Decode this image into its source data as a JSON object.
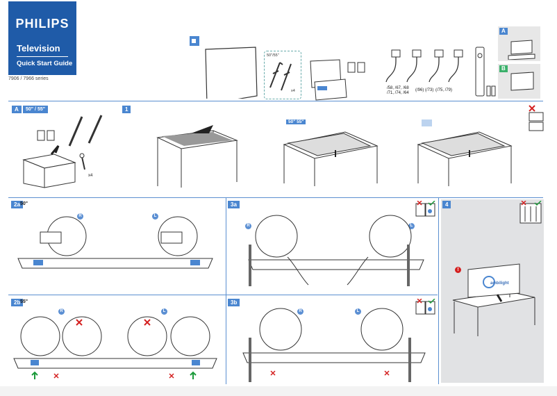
{
  "brand": {
    "logo": "PHILIPS",
    "product": "Television",
    "guide": "Quick Start Guide",
    "series": "7906 / 7966 series"
  },
  "header": {
    "stand_sizes": "50\"/55\"",
    "screws_count": "x4",
    "cable_variants": [
      "/58, /67, /68",
      "/71, /74, /64",
      "(/96) (/73)",
      "(/75, /79)"
    ],
    "side_tags": [
      "A",
      "B"
    ]
  },
  "step_a": {
    "tag": "A",
    "sizes": "50\" / 55\"",
    "screws": "x4"
  },
  "step_1": {
    "tag": "1",
    "size_label": "50\" 55\""
  },
  "step_2a": {
    "tag": "2a",
    "size": "50\"",
    "right": "R",
    "left": "L"
  },
  "step_2b": {
    "tag": "2b",
    "size": "55\"",
    "right": "R",
    "left": "L"
  },
  "step_3a": {
    "tag": "3a",
    "right": "R",
    "left": "L"
  },
  "step_3b": {
    "tag": "3b",
    "right": "R",
    "left": "L"
  },
  "step_4": {
    "tag": "4",
    "brand_screen": "ambilight"
  },
  "colors": {
    "accent": "#1f5ba8",
    "tag": "#4a86d0",
    "ok": "#1a9a3a",
    "no": "#d42020"
  }
}
